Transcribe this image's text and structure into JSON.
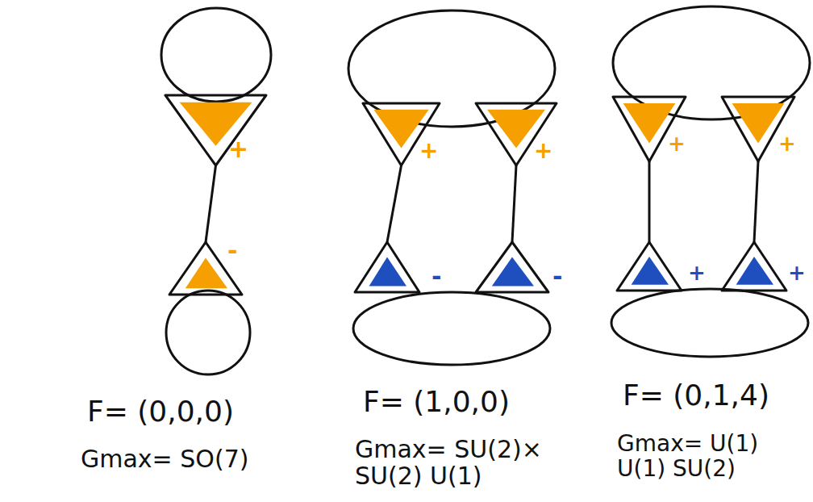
{
  "diagram": {
    "nodes": [
      {
        "text": [
          "+"
        ]
      },
      {
        "text": [
          "-"
        ]
      },
      {
        "text": [
          "+"
        ]
      },
      {
        "text": [
          "+"
        ]
      },
      {
        "text": [
          "-"
        ]
      },
      {
        "text": [
          "-"
        ]
      },
      {
        "text": [
          "+"
        ]
      },
      {
        "text": [
          "+"
        ]
      },
      {
        "text": [
          "+"
        ]
      },
      {
        "text": [
          "+"
        ]
      }
    ],
    "edges": [
      {
        "from": 0,
        "to": 1,
        "arrow": "none"
      },
      {
        "from": 2,
        "to": 4,
        "arrow": "none"
      },
      {
        "from": 3,
        "to": 5,
        "arrow": "none"
      },
      {
        "from": 6,
        "to": 8,
        "arrow": "none"
      },
      {
        "from": 7,
        "to": 9,
        "arrow": "none"
      }
    ],
    "labels": [
      "F= (0,0,0)",
      "Gmax= SO(7)",
      "F= (1,0,0)",
      "Gmax= SU(2)× SU(2) U(1)",
      "F= (0,1,4)",
      "Gmax= U(1) U(1) SU(2)"
    ]
  }
}
